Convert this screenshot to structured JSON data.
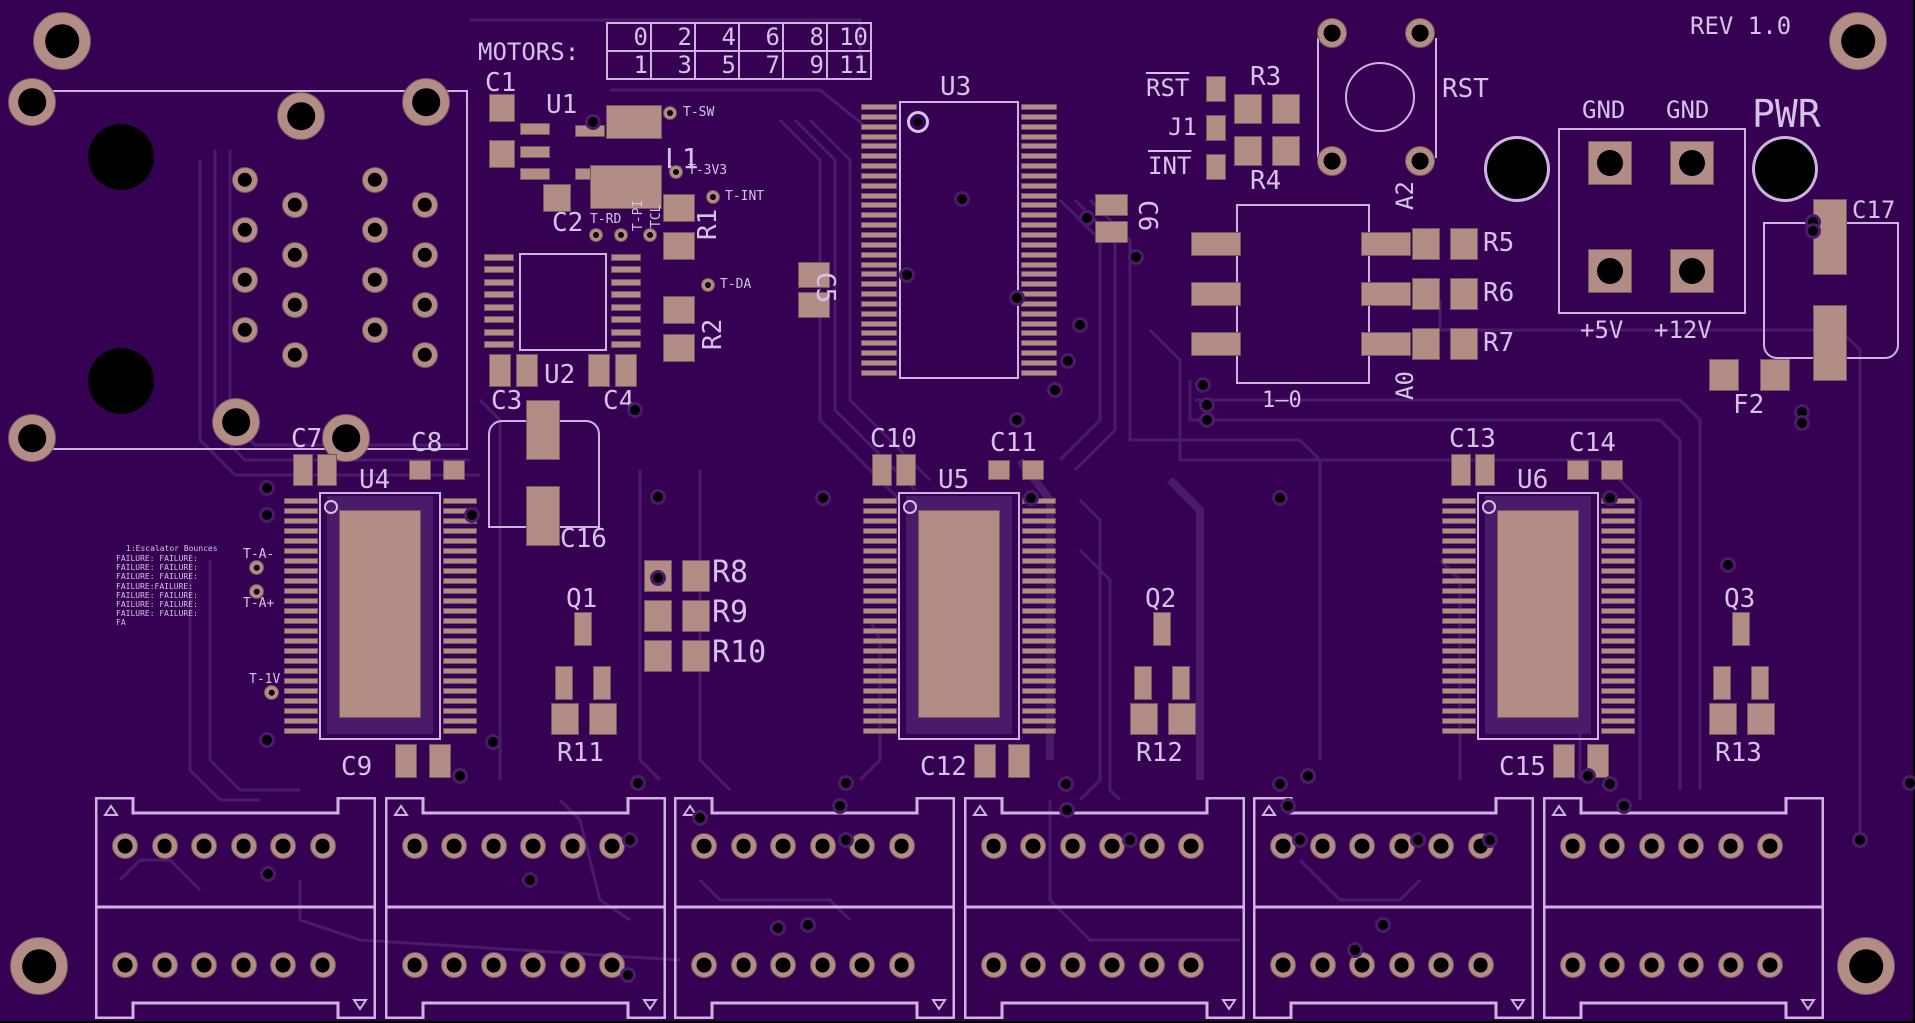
{
  "board": {
    "revision": "REV 1.0",
    "motors_label": "MOTORS:",
    "motor_table": [
      [
        "0",
        "2",
        "4",
        "6",
        "8",
        "10"
      ],
      [
        "1",
        "3",
        "5",
        "7",
        "9",
        "11"
      ]
    ],
    "debug_text": {
      "title": "1:Escalator Bounces",
      "body": "FAILURE: FAILURE: FAILURE: FAILURE: FAILURE: FAILURE: FAILURE:FAILURE: FAILURE: FAILURE: FAILURE: FAILURE: FAILURE: FAILURE: FA"
    },
    "colors": {
      "substrate": "#360152",
      "trace": "#4b1a6b",
      "pad": "#b38c86",
      "silkscreen": "#d6c2e6",
      "drill": "#000000"
    }
  },
  "labels": {
    "C1": "C1",
    "C2": "C2",
    "C3": "C3",
    "C4": "C4",
    "C5": "C5",
    "C6": "C6",
    "C7": "C7",
    "C8": "C8",
    "C9": "C9",
    "C10": "C10",
    "C11": "C11",
    "C12": "C12",
    "C13": "C13",
    "C14": "C14",
    "C15": "C15",
    "C16": "C16",
    "C17": "C17",
    "U1": "U1",
    "U2": "U2",
    "U3": "U3",
    "U4": "U4",
    "U5": "U5",
    "U6": "U6",
    "L1": "L1",
    "R1": "R1",
    "R2": "R2",
    "R3": "R3",
    "R4": "R4",
    "R5": "R5",
    "R6": "R6",
    "R7": "R7",
    "R8": "R8",
    "R9": "R9",
    "R10": "R10",
    "R11": "R11",
    "R12": "R12",
    "R13": "R13",
    "Q1": "Q1",
    "Q2": "Q2",
    "Q3": "Q3",
    "J1": "J1",
    "F2": "F2",
    "RST_switch": "RST",
    "RST_pin": "RST",
    "INT_pin": "INT",
    "PWR": "PWR",
    "GND1": "GND",
    "GND2": "GND",
    "V5": "+5V",
    "V12": "+12V",
    "A2": "A2",
    "A0": "A0",
    "addr_jumper": "1—0"
  },
  "testpoints": {
    "T_SW": "T-SW",
    "T_3V3": "T-3V3",
    "T_INT": "T-INT",
    "T_RD": "T-RD",
    "T_PI": "T-PI",
    "T_CL": "TCL",
    "T_DA": "T-DA",
    "T_A_minus": "T-A-",
    "T_A_plus": "T-A+",
    "T_1V": "T-1V"
  },
  "connectors": {
    "count": 6,
    "pins_per_row": 6
  }
}
